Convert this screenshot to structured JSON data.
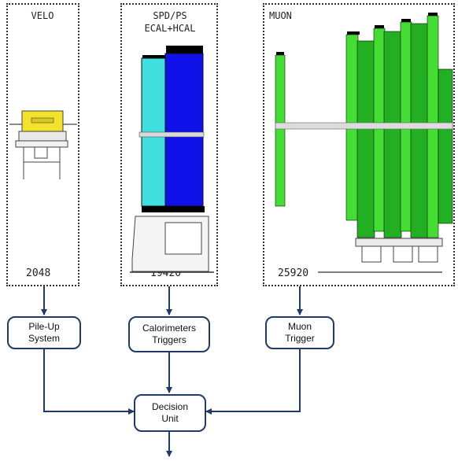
{
  "panels": {
    "velo": {
      "title": "VELO",
      "count": "2048"
    },
    "calo": {
      "title_line1": "SPD/PS",
      "title_line2": "ECAL+HCAL",
      "count": "19420"
    },
    "muon": {
      "title": "MUON",
      "count": "25920"
    }
  },
  "boxes": {
    "pileup": {
      "line1": "Pile-Up",
      "line2": "System"
    },
    "calo": {
      "line1": "Calorimeters",
      "line2": "Triggers"
    },
    "muon": {
      "line1": "Muon",
      "line2": "Trigger"
    },
    "decision": {
      "line1": "Decision",
      "line2": "Unit"
    }
  },
  "colors": {
    "line": "#1f3a6b",
    "cyan": "#40e0e0",
    "blue": "#1010e8",
    "green": "#22b022",
    "light_green": "#44dd33"
  }
}
